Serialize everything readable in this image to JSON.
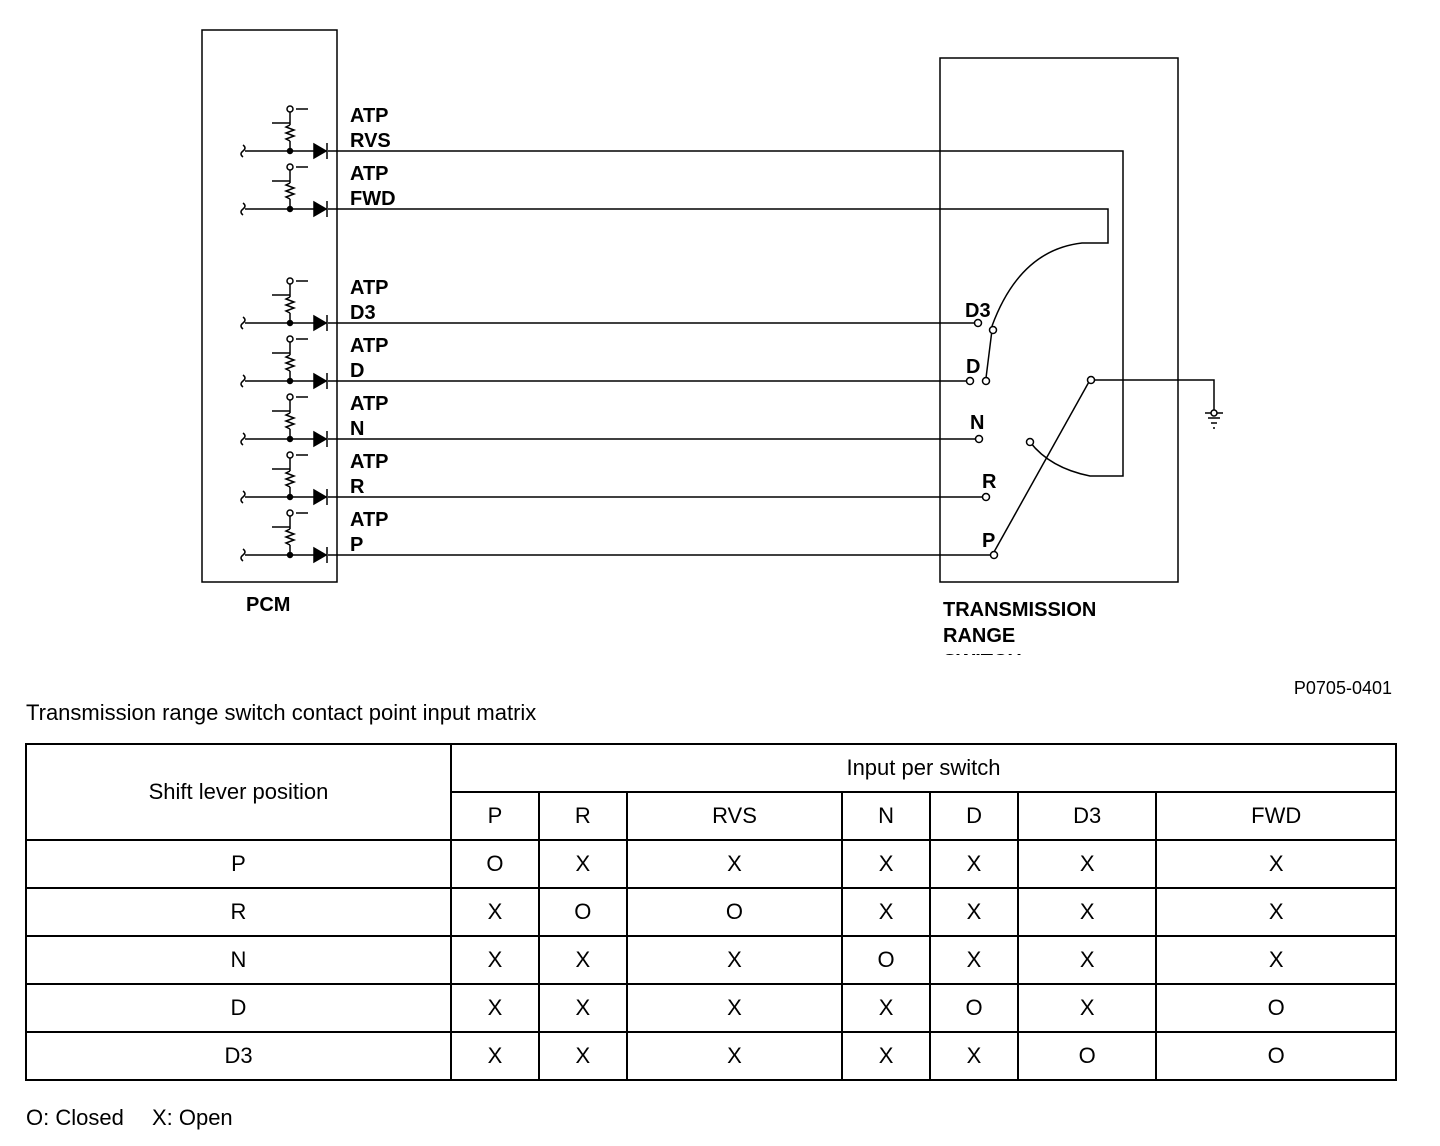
{
  "diagram": {
    "pcm_label": "PCM",
    "trs_label": [
      "TRANSMISSION",
      "RANGE",
      "SWITCH"
    ],
    "pcm_signals": [
      {
        "line1": "ATP",
        "line2": "RVS"
      },
      {
        "line1": "ATP",
        "line2": "FWD"
      },
      {
        "line1": "ATP",
        "line2": "D3"
      },
      {
        "line1": "ATP",
        "line2": "D"
      },
      {
        "line1": "ATP",
        "line2": "N"
      },
      {
        "line1": "ATP",
        "line2": "R"
      },
      {
        "line1": "ATP",
        "line2": "P"
      }
    ],
    "switch_contacts": [
      "D3",
      "D",
      "N",
      "R",
      "P"
    ],
    "figure_code": "P0705-0401"
  },
  "table": {
    "caption": "Transmission range switch contact point input matrix",
    "row_header": "Shift lever position",
    "group_header": "Input per switch",
    "columns": [
      "P",
      "R",
      "RVS",
      "N",
      "D",
      "D3",
      "FWD"
    ],
    "rows": [
      {
        "position": "P",
        "values": [
          "O",
          "X",
          "X",
          "X",
          "X",
          "X",
          "X"
        ]
      },
      {
        "position": "R",
        "values": [
          "X",
          "O",
          "O",
          "X",
          "X",
          "X",
          "X"
        ]
      },
      {
        "position": "N",
        "values": [
          "X",
          "X",
          "X",
          "O",
          "X",
          "X",
          "X"
        ]
      },
      {
        "position": "D",
        "values": [
          "X",
          "X",
          "X",
          "X",
          "O",
          "X",
          "O"
        ]
      },
      {
        "position": "D3",
        "values": [
          "X",
          "X",
          "X",
          "X",
          "X",
          "O",
          "O"
        ]
      }
    ]
  },
  "legend": {
    "closed": "O: Closed",
    "open": "X: Open"
  }
}
